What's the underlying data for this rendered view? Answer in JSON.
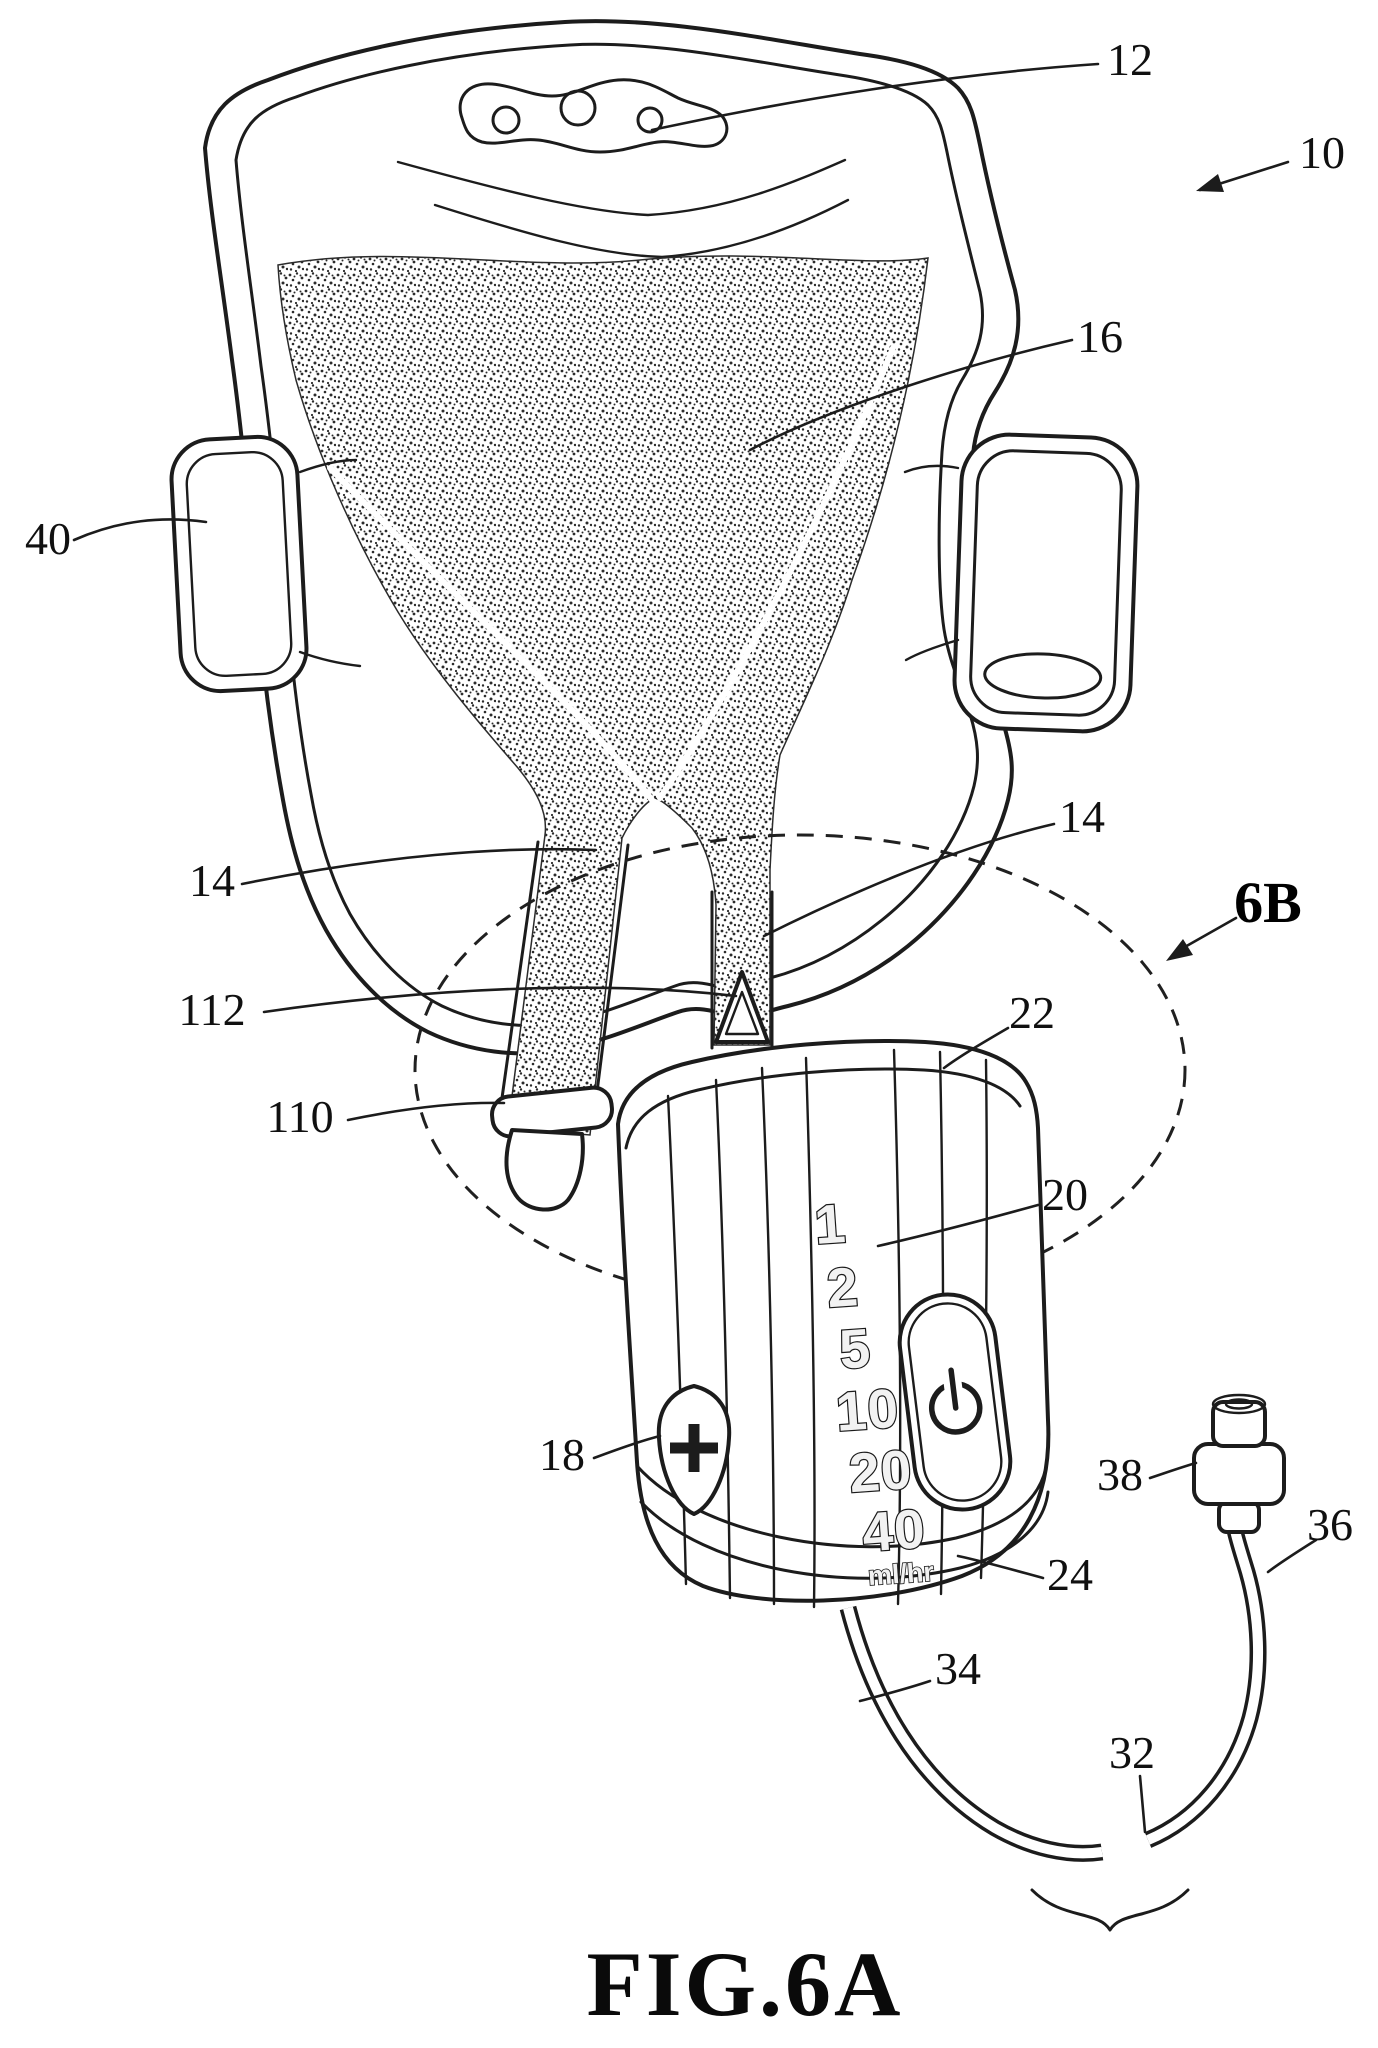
{
  "figure": {
    "caption": "FIG.6A",
    "detail_label": "6B",
    "colors": {
      "ink": "#1c1c1c",
      "paper": "#ffffff"
    }
  },
  "ref_labels": {
    "bag_hanger": "12",
    "system": "10",
    "fluid": "16",
    "left_tab": "40",
    "port_right": "14",
    "port_left": "14",
    "valve": "112",
    "cap": "110",
    "controller_top": "22",
    "controller_body": "20",
    "bolus_button": "18",
    "connector": "38",
    "tube_tip": "36",
    "controller_bottom": "24",
    "tube": "34",
    "tube_break": "32"
  },
  "flow_scale": {
    "values": [
      "1",
      "2",
      "5",
      "10",
      "20",
      "40"
    ],
    "unit": "ml/hr"
  }
}
